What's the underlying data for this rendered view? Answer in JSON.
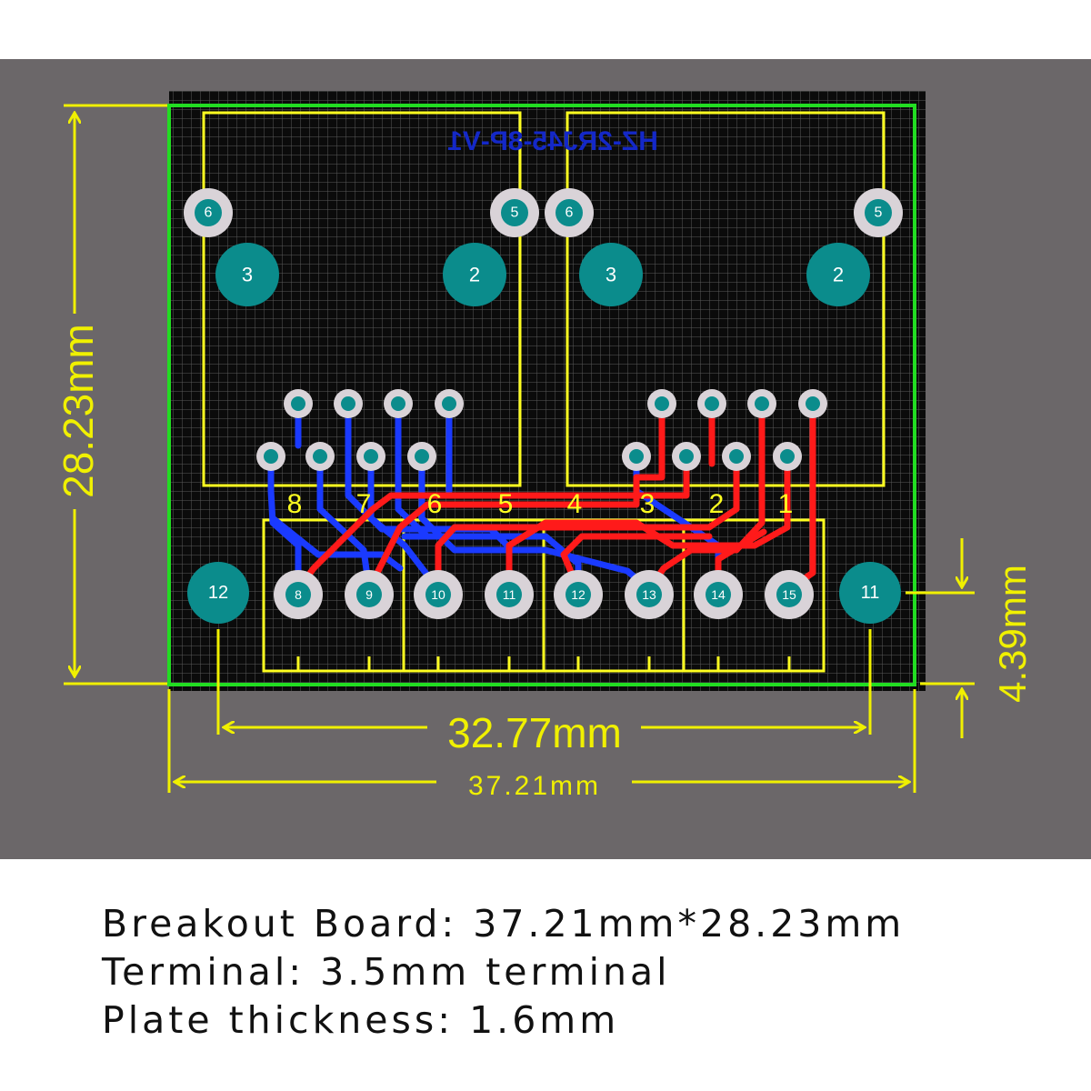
{
  "board": {
    "silkscreen_text": "HZ-2RJ45-8P-V1",
    "jack_left": {
      "shield_pins": [
        "6",
        "5"
      ],
      "mount_holes": [
        "3",
        "2"
      ]
    },
    "jack_right": {
      "shield_pins": [
        "6",
        "5"
      ],
      "mount_holes": [
        "3",
        "2"
      ]
    },
    "terminal_labels": [
      "8",
      "7",
      "6",
      "5",
      "4",
      "3",
      "2",
      "1"
    ],
    "terminal_pads": [
      "8",
      "9",
      "10",
      "11",
      "12",
      "13",
      "14",
      "15"
    ],
    "corner_holes": [
      "12",
      "11"
    ]
  },
  "dimensions": {
    "height": "28.23mm",
    "hole_spacing": "32.77mm",
    "width": "37.21mm",
    "offset": "4.39mm"
  },
  "caption": {
    "line1": "Breakout Board: 37.21mm*28.23mm",
    "line2": "Terminal: 3.5mm terminal",
    "line3": "Plate thickness: 1.6mm"
  },
  "colors": {
    "background": "#6b6769",
    "board": "#0b0b0b",
    "grid": "#5a5a5a",
    "outline": "#22dd22",
    "silkscreen": "#ffff20",
    "dimension": "#f0f000",
    "pad": "#d9d3d8",
    "via": "#0b8c8c",
    "trace_top": "#ff1a1a",
    "trace_bottom": "#1a3aff",
    "text_blue": "#1428c8"
  }
}
